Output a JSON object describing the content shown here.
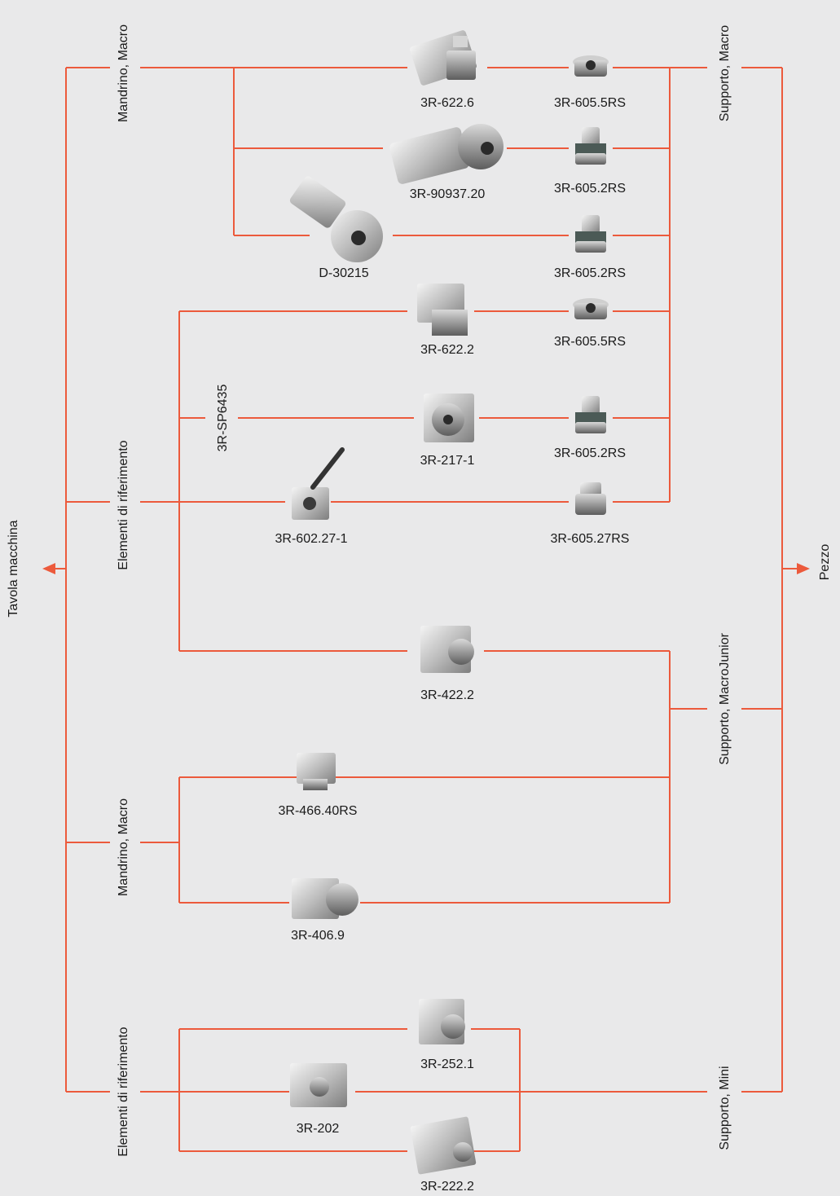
{
  "colors": {
    "background": "#e9e9ea",
    "line": "#ec5a3c",
    "text": "#1a1a1a"
  },
  "endpoints": {
    "left": "Tavola macchina",
    "right": "Pezzo"
  },
  "groups": {
    "g1": "Mandrino, Macro",
    "g2": "Elementi di riferimento",
    "g3": "Mandrino, Macro",
    "g4": "Elementi di riferimento",
    "sp": "3R-SP6435"
  },
  "supports": {
    "macro": "Supporto, Macro",
    "macrojunior": "Supporto, MacroJunior",
    "mini": "Supporto, Mini"
  },
  "products": {
    "p622_6": "3R-622.6",
    "p90937": "3R-90937.20",
    "pD30215": "D-30215",
    "p622_2": "3R-622.2",
    "p217": "3R-217-1",
    "p602": "3R-602.27-1",
    "p422": "3R-422.2",
    "p466": "3R-466.40RS",
    "p406": "3R-406.9",
    "p252": "3R-252.1",
    "p202": "3R-202",
    "p222": "3R-222.2",
    "s1": "3R-605.5RS",
    "s2": "3R-605.2RS",
    "s3": "3R-605.2RS",
    "s4": "3R-605.5RS",
    "s5": "3R-605.2RS",
    "s6": "3R-605.27RS"
  }
}
